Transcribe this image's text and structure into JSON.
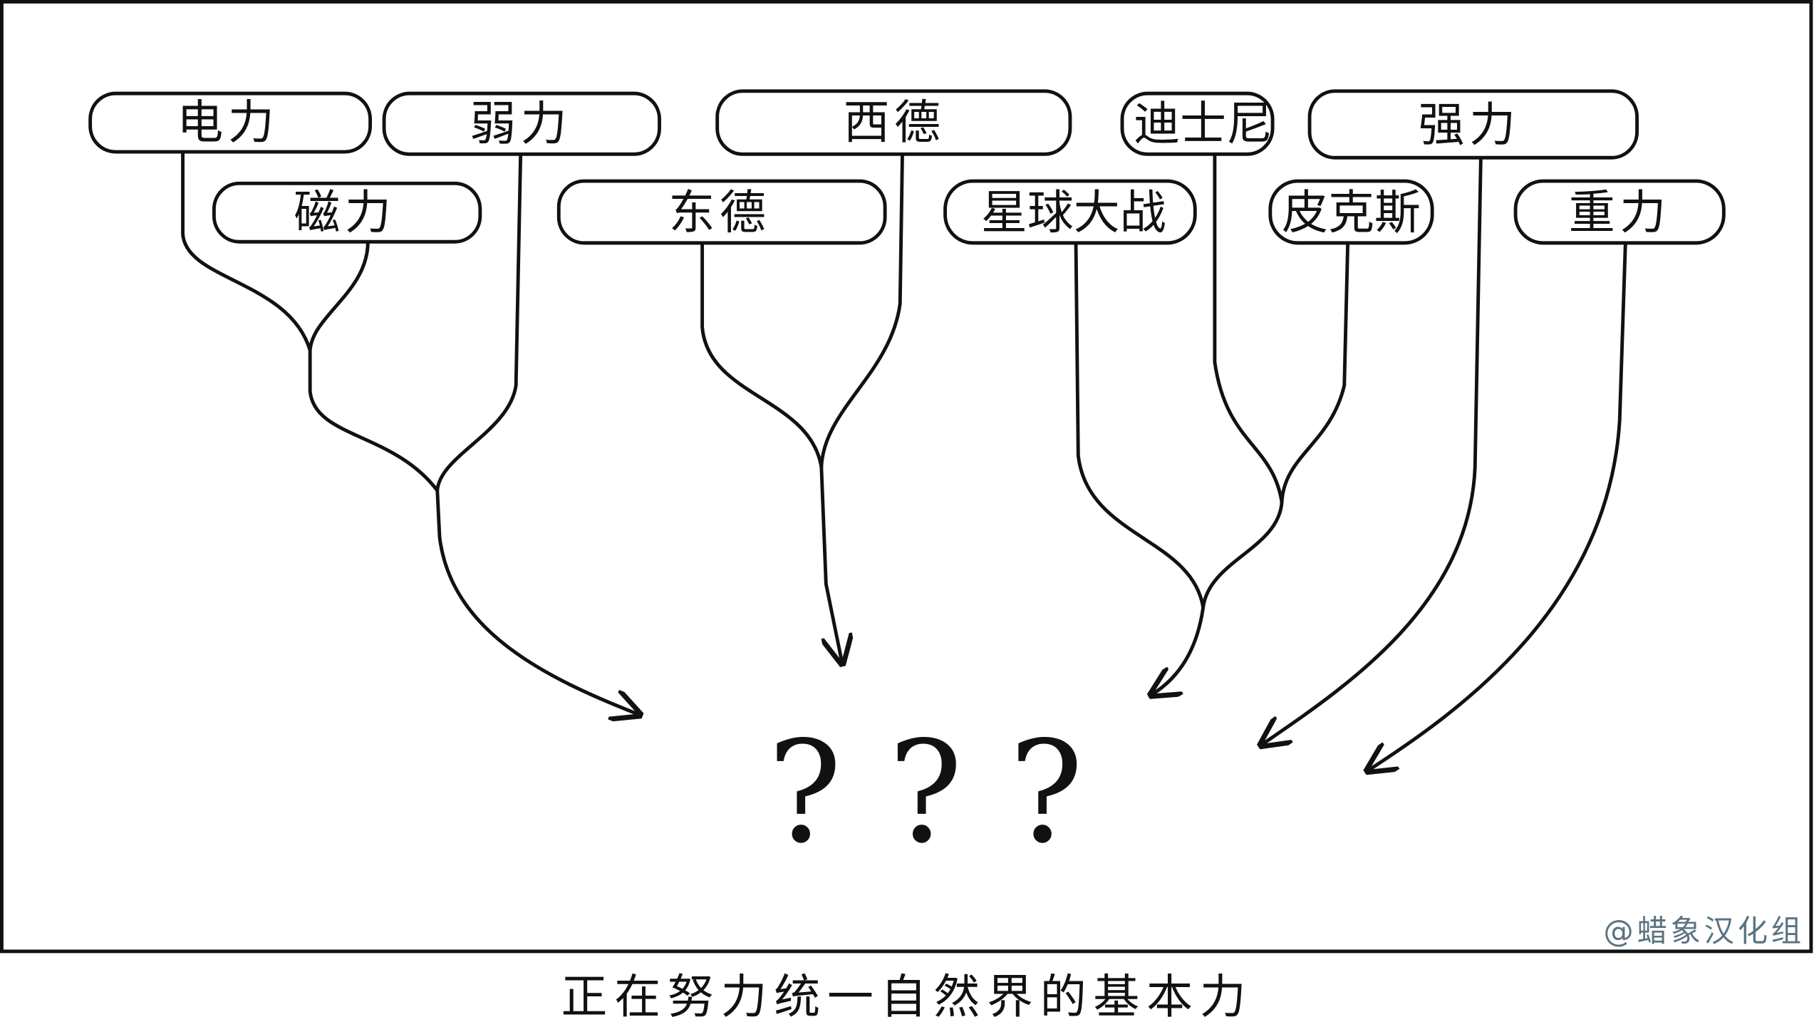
{
  "labels": {
    "electric": "电力",
    "weak": "弱力",
    "west_germany": "西德",
    "disney": "迪士尼",
    "strong": "强力",
    "magnetic": "磁力",
    "east_germany": "东德",
    "star_wars": "星球大战",
    "pixar": "皮克斯",
    "gravity": "重力"
  },
  "result": "???",
  "caption": "正在努力统一自然界的基本力",
  "watermark": "@蜡象汉化组"
}
